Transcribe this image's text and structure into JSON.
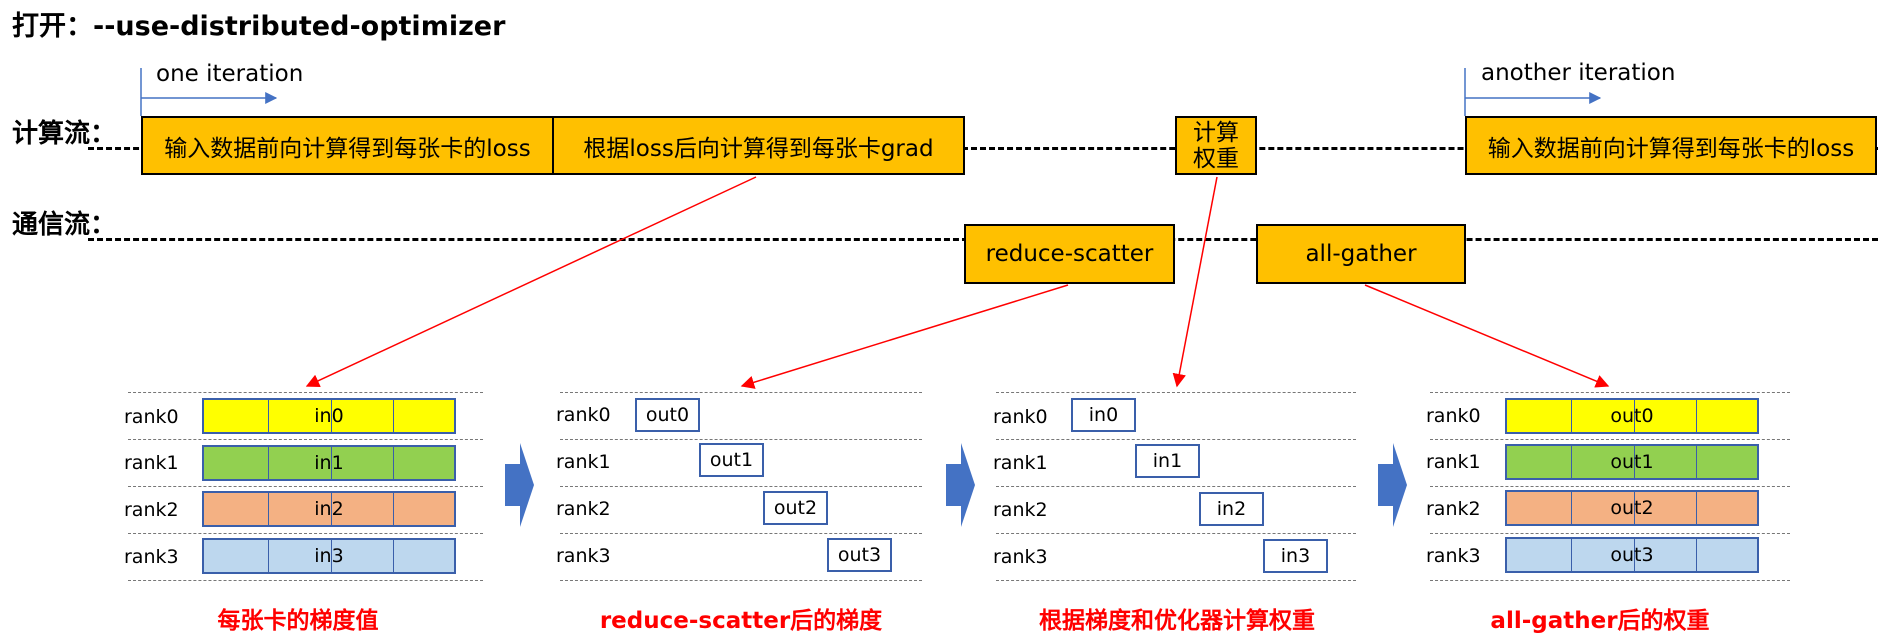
{
  "title": "打开：--use-distributed-optimizer",
  "labels": {
    "compute_stream": "计算流：",
    "comm_stream": "通信流："
  },
  "iterations": {
    "one": "one iteration",
    "another": "another iteration"
  },
  "compute_boxes": {
    "forward": "输入数据前向计算得到每张卡的loss",
    "backward": "根据loss后向计算得到每张卡grad",
    "update_line1": "计算",
    "update_line2": "权重",
    "forward_next": "输入数据前向计算得到每张卡的loss"
  },
  "comm_boxes": {
    "reduce_scatter": "reduce-scatter",
    "all_gather": "all-gather"
  },
  "ranks": [
    "rank0",
    "rank1",
    "rank2",
    "rank3"
  ],
  "panel1": {
    "cells": [
      "in0",
      "in1",
      "in2",
      "in3"
    ],
    "caption": "每张卡的梯度值"
  },
  "panel2": {
    "cells": [
      "out0",
      "out1",
      "out2",
      "out3"
    ],
    "caption": "reduce-scatter后的梯度"
  },
  "panel3": {
    "cells": [
      "in0",
      "in1",
      "in2",
      "in3"
    ],
    "caption": "根据梯度和优化器计算权重"
  },
  "panel4": {
    "cells": [
      "out0",
      "out1",
      "out2",
      "out3"
    ],
    "caption": "all-gather后的权重"
  },
  "colors": {
    "box": "#FFC000",
    "rank0": "#FFFF00",
    "rank1": "#92D050",
    "rank2": "#F4B183",
    "rank3": "#BDD7EE",
    "arrow": "#FF0000",
    "border": "#3A5FAA",
    "big_arrow": "#4472C4"
  }
}
